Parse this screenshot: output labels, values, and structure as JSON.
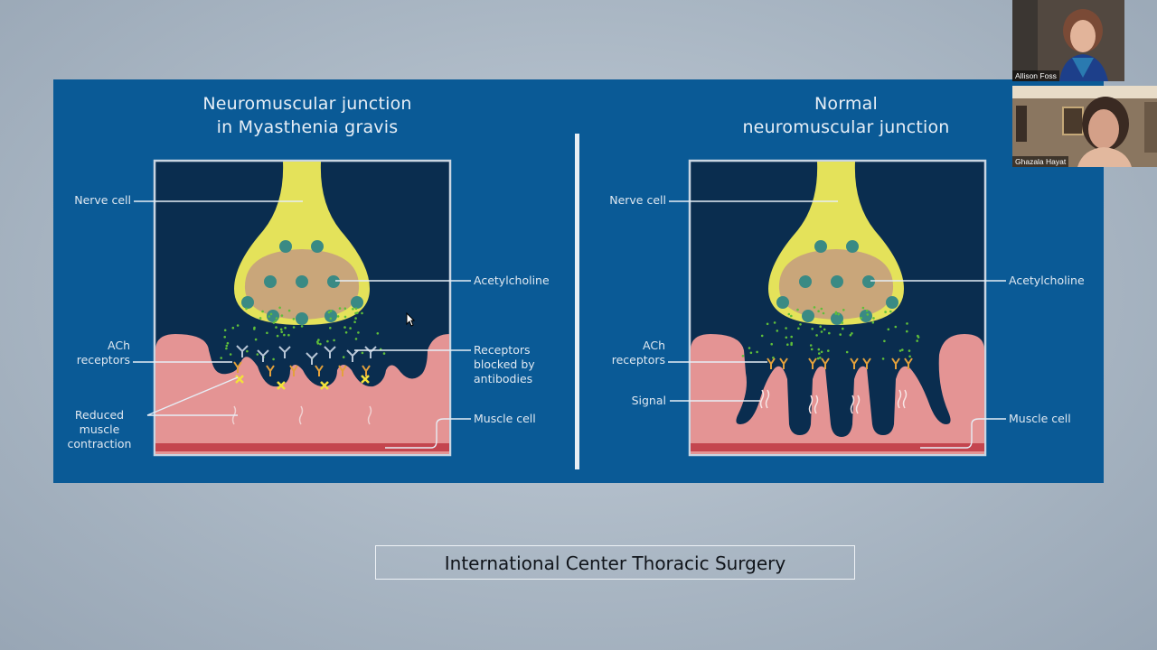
{
  "slide": {
    "left_panel": {
      "title_line1": "Neuromuscular junction",
      "title_line2": "in Myasthenia gravis",
      "labels": {
        "nerve_cell": "Nerve cell",
        "acetylcholine": "Acetylcholine",
        "ach_receptors_1": "ACh",
        "ach_receptors_2": "receptors",
        "blocked_1": "Receptors",
        "blocked_2": "blocked by",
        "blocked_3": "antibodies",
        "reduced_1": "Reduced",
        "reduced_2": "muscle",
        "reduced_3": "contraction",
        "muscle_cell": "Muscle cell"
      }
    },
    "right_panel": {
      "title_line1": "Normal",
      "title_line2": "neuromuscular junction",
      "labels": {
        "nerve_cell": "Nerve cell",
        "acetylcholine": "Acetylcholine",
        "ach_receptors_1": "ACh",
        "ach_receptors_2": "receptors",
        "signal": "Signal",
        "muscle_cell": "Muscle cell"
      }
    }
  },
  "caption": "International Center Thoracic Surgery",
  "participants": [
    {
      "name": "Allison Foss"
    },
    {
      "name": "Ghazala Hayat"
    }
  ],
  "colors": {
    "slide_bg": "#0a5a96",
    "panel_bg": "#0a2d4f",
    "nerve": "#e4e25a",
    "vesicle_fill": "#c9a67a",
    "vesicle": "#3a8a84",
    "muscle": "#e49494",
    "ach_dots": "#5fbf3a",
    "receptor": "#e3a13c",
    "antibody": "#b8c6d6",
    "block_mark": "#f2e23a"
  }
}
